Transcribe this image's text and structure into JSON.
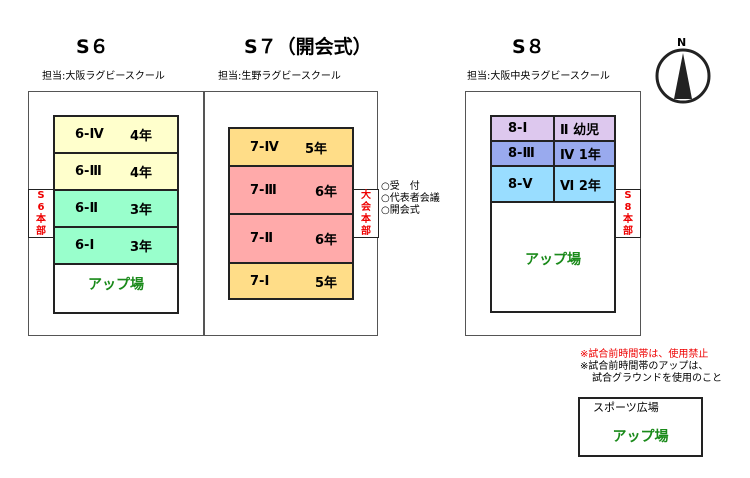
{
  "fields": [
    {
      "title": "S６",
      "manager": "担当:大阪ラグビースクール",
      "hq": [
        "S",
        "6",
        "本",
        "部"
      ],
      "rows": [
        {
          "id": "6-Ⅳ",
          "grade": "4年",
          "color": "#ffffcc"
        },
        {
          "id": "6-Ⅲ",
          "grade": "4年",
          "color": "#ffffcc"
        },
        {
          "id": "6-Ⅱ",
          "grade": "3年",
          "color": "#99ffcc"
        },
        {
          "id": "6-Ⅰ",
          "grade": "3年",
          "color": "#99ffcc"
        }
      ],
      "warmup": "アップ場"
    },
    {
      "title": "S７（開会式）",
      "manager": "担当:生野ラグビースクール",
      "hq": [
        "大",
        "会",
        "本",
        "部"
      ],
      "rows": [
        {
          "id": "7-Ⅳ",
          "grade": "5年",
          "color": "#ffdd88"
        },
        {
          "id": "7-Ⅲ",
          "grade": "6年",
          "color": "#ffaaaa"
        },
        {
          "id": "7-Ⅱ",
          "grade": "6年",
          "color": "#ffaaaa"
        },
        {
          "id": "7-Ⅰ",
          "grade": "5年",
          "color": "#ffdd88"
        }
      ],
      "hq_notes": [
        "○受　付",
        "○代表者会議",
        "○開会式"
      ]
    },
    {
      "title": "S８",
      "manager": "担当:大阪中央ラグビースクール",
      "hq": [
        "S",
        "8",
        "本",
        "部"
      ],
      "rows": [
        {
          "id": "8-Ⅰ",
          "grade": "Ⅱ 幼児",
          "color": "#ddc8ee"
        },
        {
          "id": "8-Ⅲ",
          "grade": "Ⅳ 1年",
          "color": "#99aaee"
        },
        {
          "id": "8-Ⅴ",
          "grade": "Ⅵ 2年",
          "color": "#99ddff"
        }
      ],
      "warmup": "アップ場"
    }
  ],
  "compass": "N",
  "notes": {
    "red": "※試合前時間帯は、使用禁止",
    "black1": "※試合前時間帯のアップは、",
    "black2": "試合グラウンドを使用のこと"
  },
  "sports_area": {
    "label": "スポーツ広場",
    "warmup": "アップ場"
  }
}
